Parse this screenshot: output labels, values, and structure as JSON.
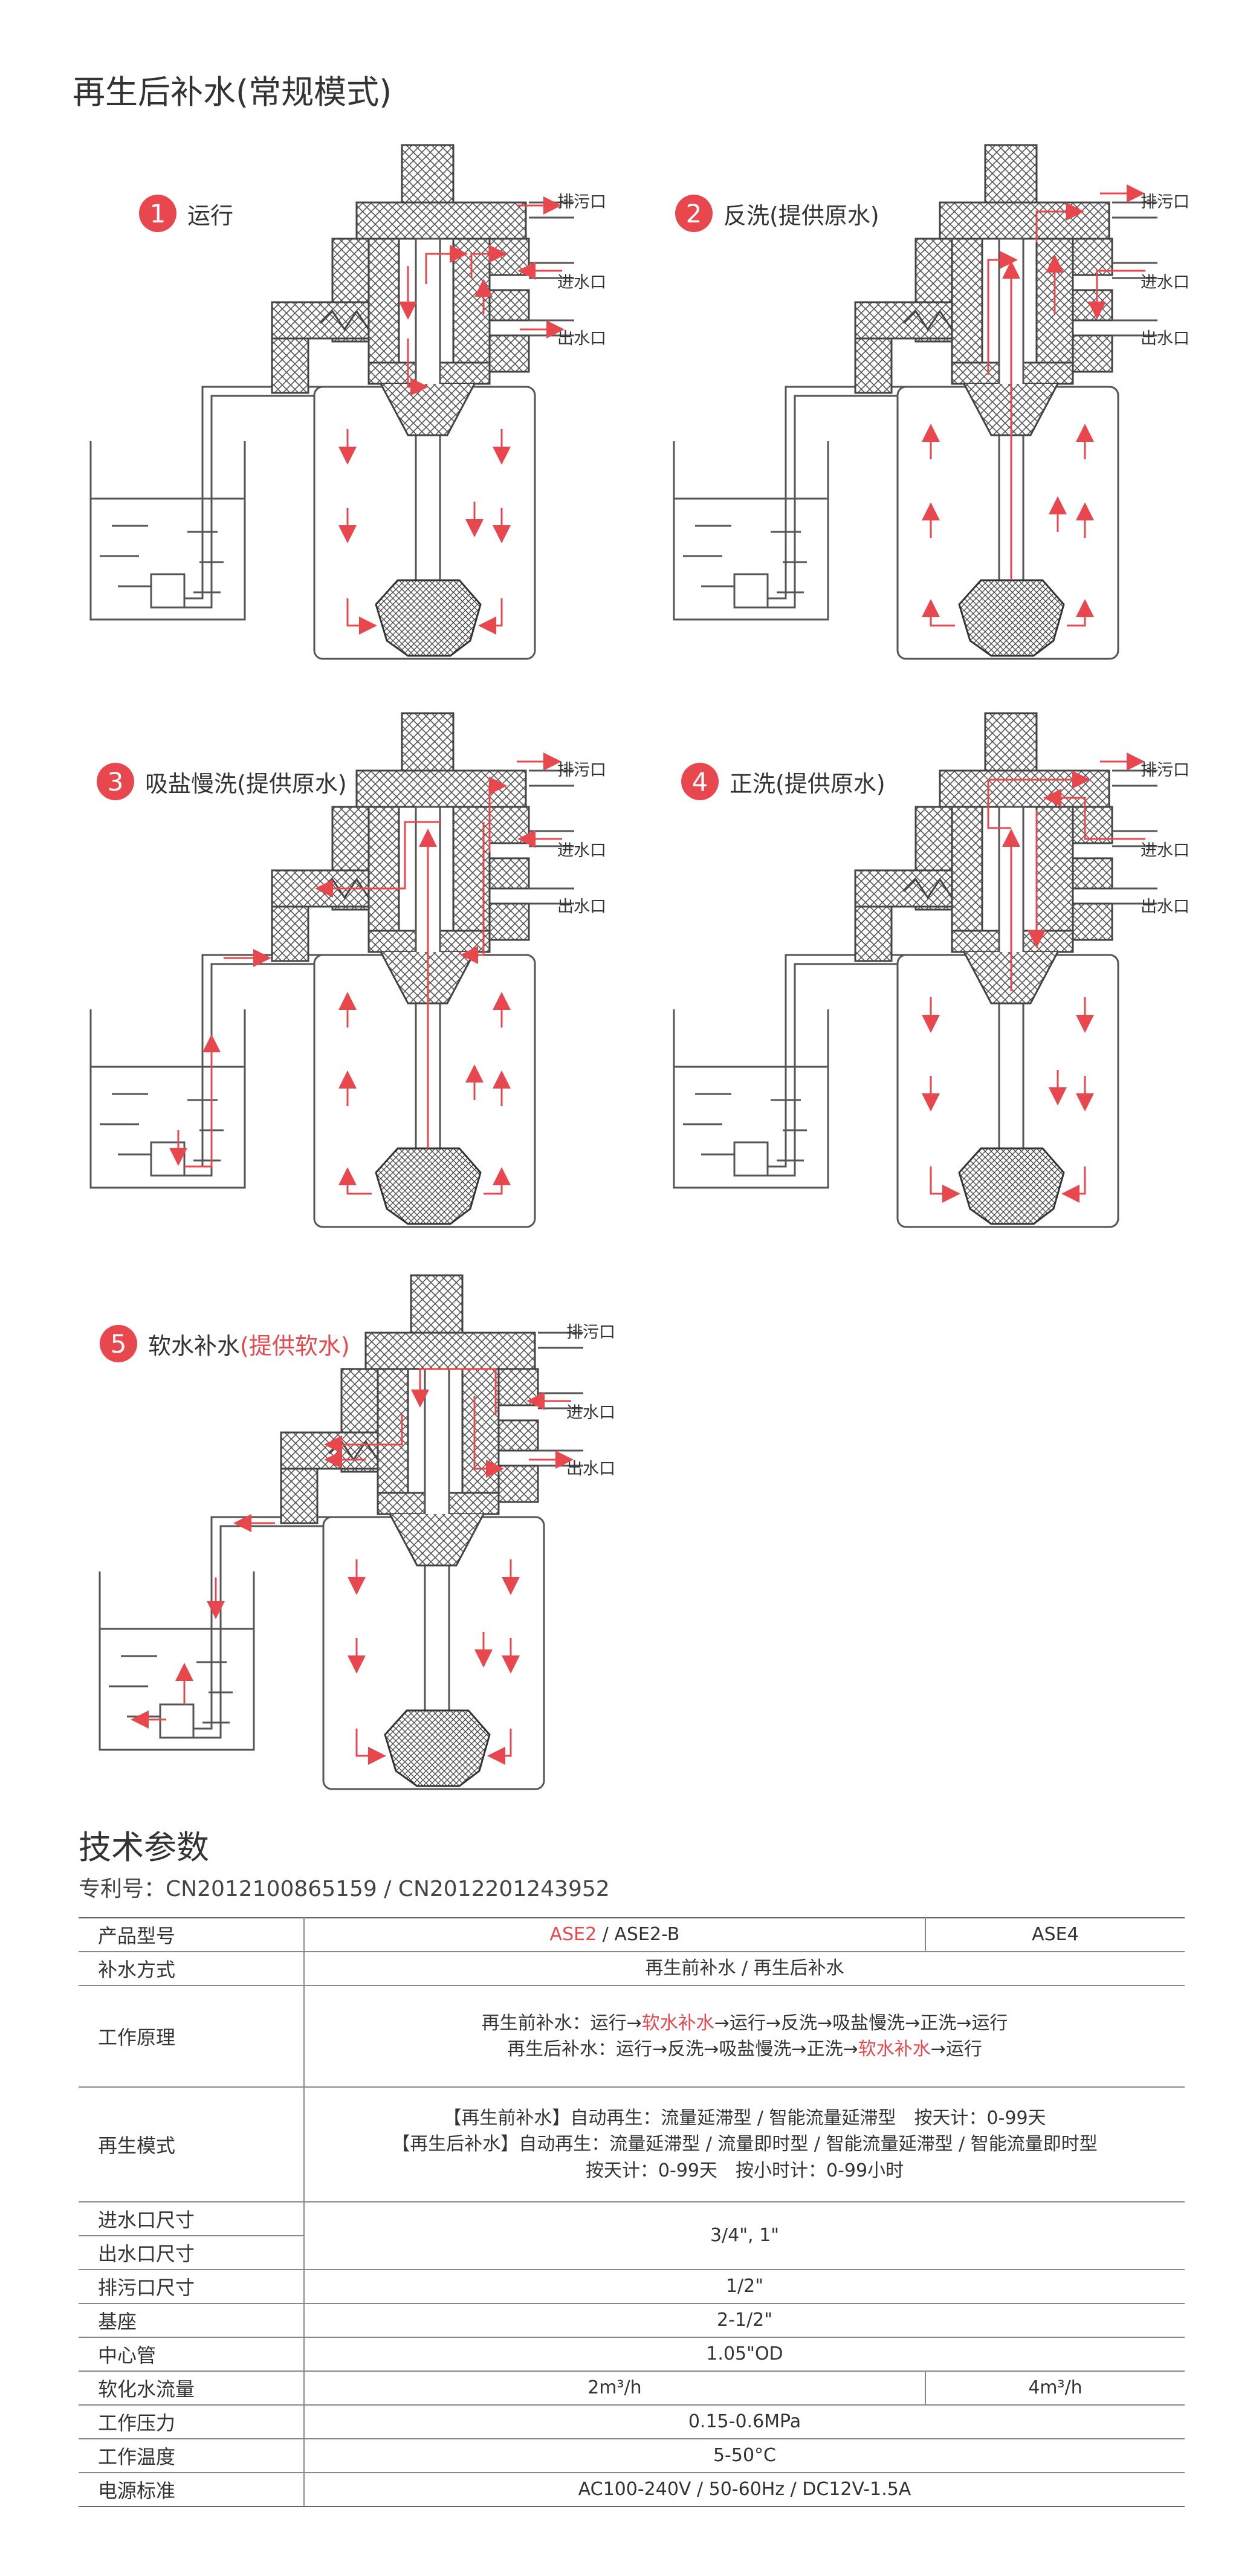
{
  "page_title": "再生后补水(常规模式)",
  "ports": {
    "drain": "排污口",
    "inlet": "进水口",
    "outlet": "出水口"
  },
  "steps": [
    {
      "num": "1",
      "label": "运行",
      "label_hl": ""
    },
    {
      "num": "2",
      "label": "反洗(提供原水)",
      "label_hl": ""
    },
    {
      "num": "3",
      "label": "吸盐慢洗(提供原水)",
      "label_hl": ""
    },
    {
      "num": "4",
      "label": "正洗(提供原水)",
      "label_hl": ""
    },
    {
      "num": "5",
      "label": "软水补水",
      "label_hl": "(提供软水)"
    }
  ],
  "colors": {
    "accent": "#e9474e",
    "line": "#555555"
  },
  "spec": {
    "title": "技术参数",
    "patent": "专利号：CN2012100865159 / CN2012201243952",
    "model_key": "产品型号",
    "model_a_hl": "ASE2",
    "model_a_rest": " / ASE2-B",
    "model_b": "ASE4",
    "refill_key": "补水方式",
    "refill_val": "再生前补水 / 再生后补水",
    "principle_key": "工作原理",
    "principle_l1_a": "再生前补水：运行→",
    "principle_l1_hl": "软水补水",
    "principle_l1_b": "→运行→反洗→吸盐慢洗→正洗→运行",
    "principle_l2_a": "再生后补水：运行→反洗→吸盐慢洗→正洗→",
    "principle_l2_hl": "软水补水",
    "principle_l2_b": "→运行",
    "regen_key": "再生模式",
    "regen_l1": "【再生前补水】自动再生：流量延滞型 / 智能流量延滞型　按天计：0-99天",
    "regen_l2": "【再生后补水】自动再生：流量延滞型 / 流量即时型 / 智能流量延滞型 / 智能流量即时型",
    "regen_l3": "按天计：0-99天　按小时计：0-99小时",
    "inlet_key": "进水口尺寸",
    "outlet_key": "出水口尺寸",
    "inout_val": "3/4\", 1\"",
    "drain_key": "排污口尺寸",
    "drain_val": "1/2\"",
    "base_key": "基座",
    "base_val": "2-1/2\"",
    "tube_key": "中心管",
    "tube_val": "1.05\"OD",
    "flow_key": "软化水流量",
    "flow_a": "2m³/h",
    "flow_b": "4m³/h",
    "pressure_key": "工作压力",
    "pressure_val": "0.15-0.6MPa",
    "temp_key": "工作温度",
    "temp_val": "5-50°C",
    "power_key": "电源标准",
    "power_val": "AC100-240V / 50-60Hz / DC12V-1.5A"
  }
}
